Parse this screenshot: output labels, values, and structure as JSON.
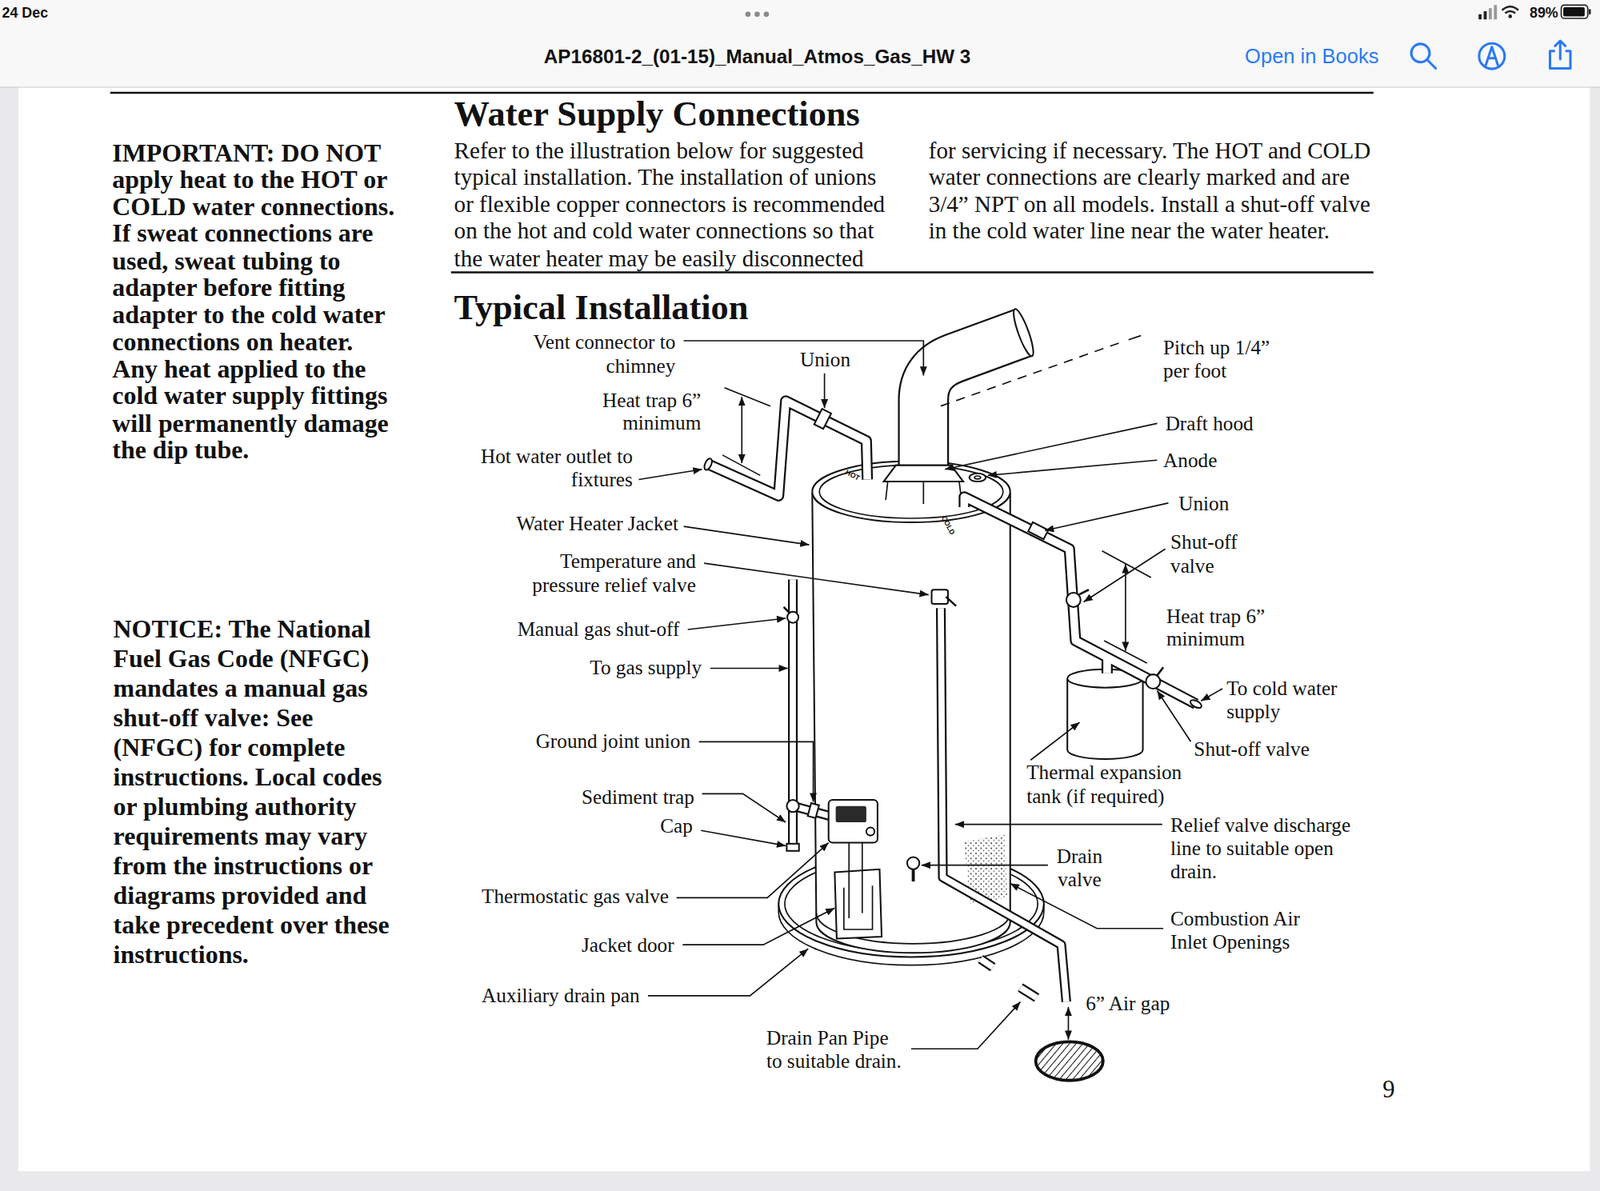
{
  "diagram": {
    "title": "Water Supply Connections",
    "labels": [
      "24 Dec",
      "89%",
      "AP16801-2_(01-15)_Manual_Atmos_Gas_HW 3",
      "Open in Books",
      "IMPORTANT: DO NOT apply heat to the HOT or COLD water connections. If sweat connections are used, sweat tubing to adapter before fitting adapter to the cold water connections on heater. Any heat applied to the cold water supply fittings will permanently damage the dip tube.",
      "Refer to the illustration below for suggested typical installation. The installation of unions or flexible copper connectors is recommended on the hot and cold water connections so that the water heater may be easily disconnected",
      "for servicing if necessary. The HOT and COLD water connections are clearly marked and are 3/4” NPT on all models. Install a shut-off valve in the cold water line near the water heater.",
      "Typical Installation",
      "NOTICE: The National Fuel Gas Code (NFGC) mandates a manual gas shut-off valve: See (NFGC) for complete instructions. Local codes or plumbing authority requirements may vary from the instructions or diagrams provided and take precedent over these instructions.",
      "Vent connector to chimney",
      "Union",
      "Heat trap 6” minimum",
      "Hot water outlet to fixtures",
      "Water Heater Jacket",
      "Temperature and pressure relief valve",
      "Manual gas shut-off",
      "To gas supply",
      "Ground joint union",
      "Sediment trap",
      "Cap",
      "Thermostatic gas valve",
      "Jacket door",
      "Auxiliary drain pan",
      "Drain Pan Pipe to suitable drain.",
      "Pitch up 1/4” per foot",
      "Draft hood",
      "Anode",
      "Union",
      "Shut-off valve",
      "Heat trap 6” minimum",
      "To cold water supply",
      "Shut-off valve",
      "Thermal expansion tank (if required)",
      "Drain valve",
      "Relief valve discharge line to suitable open drain.",
      "Combustion Air Inlet Openings",
      "6” Air gap",
      "HOT",
      "COLD",
      "9"
    ]
  }
}
